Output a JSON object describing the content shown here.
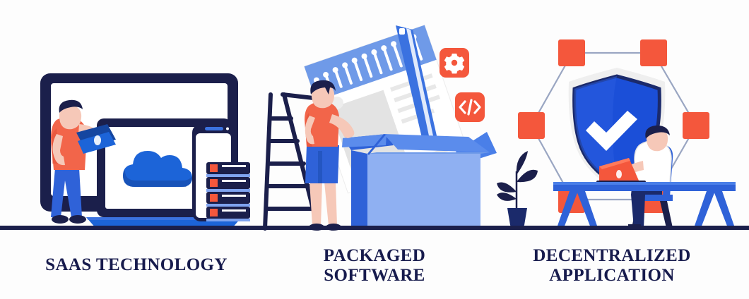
{
  "illustration": {
    "title": "SaaS Technology, Packaged Software and Decentralized Application concept illustration",
    "background_color": "#fdfdfd",
    "ground_line_color": "#1b1f4b",
    "palette": {
      "navy": "#1b1f4b",
      "deep_blue": "#1546a0",
      "blue": "#1c64d8",
      "mid_blue": "#3b72e0",
      "light_blue": "#7fa3ef",
      "pale_blue": "#c9d8f7",
      "orange": "#f4573c",
      "coral": "#f2654a",
      "skin": "#f6c8b8",
      "white": "#ffffff",
      "grey": "#dcdcdc",
      "line_grey": "#9aa6c2"
    }
  },
  "scenes": [
    {
      "id": "saas-technology",
      "label_lines": [
        "SAAS TECHNOLOGY"
      ],
      "elements": [
        "desktop-monitor",
        "laptop-with-cloud",
        "smartphone",
        "server-rack",
        "person-holding-laptop"
      ],
      "server_rack_units": 4
    },
    {
      "id": "packaged-software",
      "label_lines": [
        "PACKAGED",
        "SOFTWARE"
      ],
      "elements": [
        "step-ladder",
        "person-on-ladder",
        "document-sheet",
        "open-cardboard-box",
        "gear-badge",
        "code-badge"
      ],
      "badges": [
        {
          "name": "gear-icon",
          "glyph": "gear",
          "color": "#f4573c"
        },
        {
          "name": "code-icon",
          "glyph": "</>",
          "color": "#f4573c"
        }
      ],
      "document_pin_rows": 11
    },
    {
      "id": "decentralized-application",
      "label_lines": [
        "DECENTRALIZED",
        "APPLICATION"
      ],
      "elements": [
        "hexagon-network",
        "security-shield",
        "checkmark",
        "person-at-desk",
        "desk",
        "chair",
        "orange-laptop",
        "potted-plant"
      ],
      "network_nodes": 6,
      "network_node_color": "#f4573c"
    }
  ],
  "labels": {
    "scene1_line1": "SAAS TECHNOLOGY",
    "scene2_line1": "PACKAGED",
    "scene2_line2": "SOFTWARE",
    "scene3_line1": "DECENTRALIZED",
    "scene3_line2": "APPLICATION"
  }
}
